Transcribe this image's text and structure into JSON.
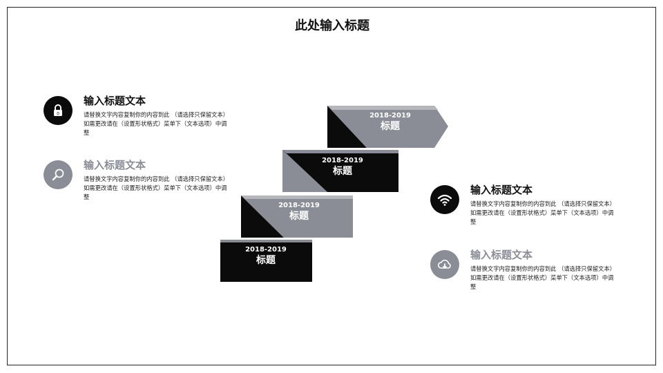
{
  "slide": {
    "title": "此处输入标题"
  },
  "items": [
    {
      "heading": "输入标题文本",
      "body": "请替换文字内容复制你的内容到此 （请选择只保留文本）如需更改请在（设置形状格式）菜单下（文本选项）中调整",
      "icon": "lock-icon",
      "tone": "dark"
    },
    {
      "heading": "输入标题文本",
      "body": "请替换文字内容复制你的内容到此 （请选择只保留文本）如需更改请在（设置形状格式）菜单下（文本选项）中调整",
      "icon": "magnifier-icon",
      "tone": "gray"
    },
    {
      "heading": "输入标题文本",
      "body": "请替换文字内容复制你的内容到此 （请选择只保留文本）如需更改请在（设置形状格式）菜单下（文本选项）中调整",
      "icon": "wifi-icon",
      "tone": "dark"
    },
    {
      "heading": "输入标题文本",
      "body": "请替换文字内容复制你的内容到此 （请选择只保留文本）如需更改请在（设置形状格式）菜单下（文本选项）中调整",
      "icon": "cloud-download-icon",
      "tone": "gray"
    }
  ],
  "steps": [
    {
      "year": "2018-2019",
      "title": "标题"
    },
    {
      "year": "2018-2019",
      "title": "标题"
    },
    {
      "year": "2018-2019",
      "title": "标题"
    },
    {
      "year": "2018-2019",
      "title": "标题"
    }
  ],
  "colors": {
    "dark": "#0b0b0b",
    "gray": "#8a8d96",
    "light_gray": "#b5b7bd"
  }
}
